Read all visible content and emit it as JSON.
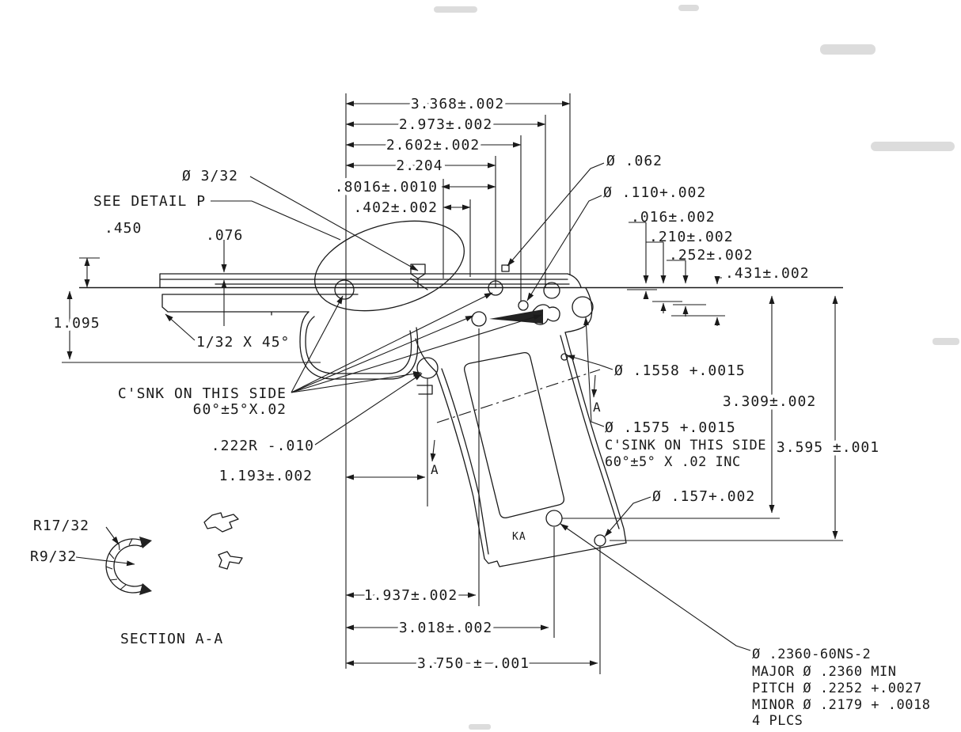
{
  "drawing": {
    "description": "Engineering blueprint of a pistol frame (side view) with dimension callouts and a detail section",
    "line_color": "#1a1a1a",
    "background": "#ffffff",
    "top_dimensions": {
      "d1": "3.368±.002",
      "d2": "2.973±.002",
      "d3": "2.602±.002",
      "d4": "2.204",
      "d5": ".8016±.0010",
      "d6": ".402±.002"
    },
    "right_callouts": {
      "dia_062": "Ø .062",
      "dia_110": "Ø .110+.002",
      "d_016": ".016±.002",
      "d_210": ".210±.002",
      "d_252": ".252±.002",
      "d_431": ".431±.002"
    },
    "left_callouts": {
      "dia_3_32": "Ø 3/32",
      "see_detail": "SEE DETAIL P",
      "d_450": ".450",
      "d_076": ".076",
      "d_1095": "1.095",
      "chamfer": "1/32 X 45°"
    },
    "center_callouts": {
      "csnk_1": "C'SNK ON THIS SIDE",
      "csnk_2": "60°±5°X.02",
      "radius": ".222R -.010",
      "d_1193": "1.193±.002"
    },
    "bottom_dimensions": {
      "d_1937": "1.937±.002",
      "d_3018": "3.018±.002",
      "d_3750": "3.750 ± .001"
    },
    "right_lower_callouts": {
      "dia_1558": "Ø .1558 +.0015",
      "d_3309": "3.309±.002",
      "dia_1575": "Ø .1575 +.0015",
      "csink_1": "C'SINK ON THIS SIDE",
      "csink_2": "60°±5° X .02 INC",
      "d_3595": "3.595 ±.001",
      "dia_157": "Ø .157+.002"
    },
    "thread_note": {
      "l1": "Ø .2360-60NS-2",
      "l2": "MAJOR Ø .2360 MIN",
      "l3": "PITCH Ø .2252 +.0027",
      "l4": "MINOR Ø .2179 + .0018",
      "l5": "4 PLCS"
    },
    "section": {
      "r17": "R17/32",
      "r9": "R9/32",
      "title": "SECTION A-A",
      "arrow_a_left": "A",
      "arrow_a_right": "A"
    },
    "marks": {
      "ka": "KA"
    }
  }
}
